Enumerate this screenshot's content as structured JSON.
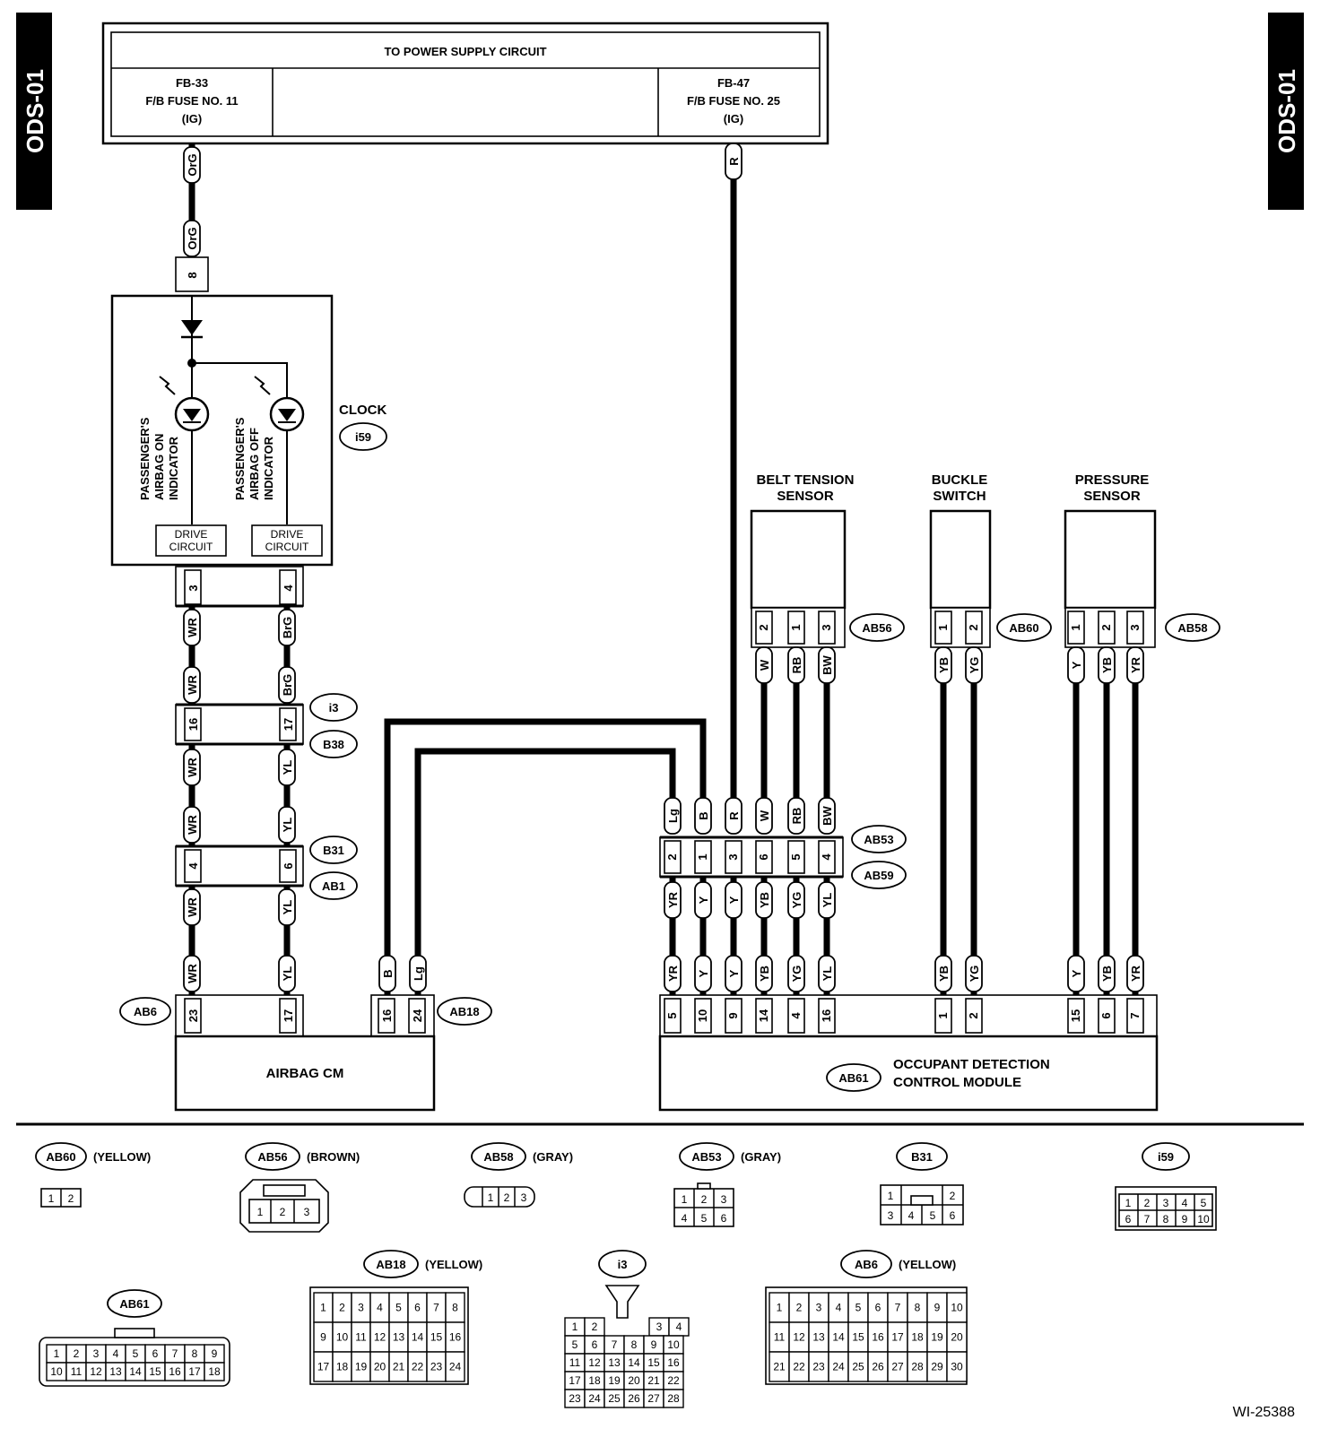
{
  "side_labels": {
    "left": "ODS-01",
    "right": "ODS-01"
  },
  "power_supply": {
    "title": "TO POWER SUPPLY CIRCUIT",
    "fuse_left": [
      "FB-33",
      "F/B FUSE NO. 11",
      "(IG)"
    ],
    "fuse_right": [
      "FB-47",
      "F/B FUSE NO. 25",
      "(IG)"
    ]
  },
  "clock": {
    "label": "CLOCK",
    "connector": "i59",
    "on_indicator": [
      "PASSENGER'S",
      "AIRBAG ON",
      "INDICATOR"
    ],
    "off_indicator": [
      "PASSENGER'S",
      "AIRBAG OFF",
      "INDICATOR"
    ],
    "drive": [
      "DRIVE",
      "CIRCUIT"
    ]
  },
  "sensors": {
    "belt": [
      "BELT TENSION",
      "SENSOR"
    ],
    "buckle": [
      "BUCKLE",
      "SWITCH"
    ],
    "pressure": [
      "PRESSURE",
      "SENSOR"
    ]
  },
  "modules": {
    "airbag_cm": "AIRBAG CM",
    "odcm": [
      "OCCUPANT DETECTION",
      "CONTROL MODULE"
    ]
  },
  "connectors": {
    "i3": "i3",
    "B38": "B38",
    "B31": "B31",
    "AB1": "AB1",
    "AB6": "AB6",
    "AB18": "AB18",
    "AB53": "AB53",
    "AB59": "AB59",
    "AB56": "AB56",
    "AB60": "AB60",
    "AB58": "AB58",
    "AB61": "AB61"
  },
  "wire_colors": {
    "OrG": "OrG",
    "R": "R",
    "WR": "WR",
    "BrG": "BrG",
    "YL": "YL",
    "B": "B",
    "Lg": "Lg",
    "W": "W",
    "RB": "RB",
    "BW": "BW",
    "YR": "YR",
    "Y": "Y",
    "YB": "YB",
    "YG": "YG"
  },
  "pins": {
    "p1": "1",
    "p2": "2",
    "p3": "3",
    "p4": "4",
    "p5": "5",
    "p6": "6",
    "p7": "7",
    "p8": "8",
    "p9": "9",
    "p10": "10",
    "p14": "14",
    "p15": "15",
    "p16": "16",
    "p17": "17",
    "p23": "23",
    "p24": "24"
  },
  "legend": {
    "AB60": {
      "name": "AB60",
      "color": "(YELLOW)"
    },
    "AB56": {
      "name": "AB56",
      "color": "(BROWN)"
    },
    "AB58": {
      "name": "AB58",
      "color": "(GRAY)"
    },
    "AB53": {
      "name": "AB53",
      "color": "(GRAY)"
    },
    "B31": {
      "name": "B31"
    },
    "i59": {
      "name": "i59"
    },
    "AB18": {
      "name": "AB18",
      "color": "(YELLOW)"
    },
    "i3": {
      "name": "i3"
    },
    "AB6": {
      "name": "AB6",
      "color": "(YELLOW)"
    },
    "AB61": {
      "name": "AB61"
    }
  },
  "grids": {
    "ab60": [
      "1",
      "2"
    ],
    "ab56": [
      "1",
      "2",
      "3"
    ],
    "ab58": [
      "1",
      "2",
      "3"
    ],
    "ab53": [
      "1",
      "2",
      "3",
      "4",
      "5",
      "6"
    ],
    "b31": [
      "1",
      "2",
      "3",
      "4",
      "5",
      "6"
    ],
    "i59": [
      "1",
      "2",
      "3",
      "4",
      "5",
      "6",
      "7",
      "8",
      "9",
      "10"
    ],
    "ab61": [
      "1",
      "2",
      "3",
      "4",
      "5",
      "6",
      "7",
      "8",
      "9",
      "10",
      "11",
      "12",
      "13",
      "14",
      "15",
      "16",
      "17",
      "18"
    ],
    "ab18": [
      "1",
      "2",
      "3",
      "4",
      "5",
      "6",
      "7",
      "8",
      "9",
      "10",
      "11",
      "12",
      "13",
      "14",
      "15",
      "16",
      "17",
      "18",
      "19",
      "20",
      "21",
      "22",
      "23",
      "24"
    ],
    "i3_top": [
      "1",
      "2",
      "3",
      "4"
    ],
    "i3": [
      "5",
      "6",
      "7",
      "8",
      "9",
      "10",
      "11",
      "12",
      "13",
      "14",
      "15",
      "16",
      "17",
      "18",
      "19",
      "20",
      "21",
      "22",
      "23",
      "24",
      "25",
      "26",
      "27",
      "28"
    ],
    "ab6": [
      "1",
      "2",
      "3",
      "4",
      "5",
      "6",
      "7",
      "8",
      "9",
      "10",
      "11",
      "12",
      "13",
      "14",
      "15",
      "16",
      "17",
      "18",
      "19",
      "20",
      "21",
      "22",
      "23",
      "24",
      "25",
      "26",
      "27",
      "28",
      "29",
      "30"
    ]
  },
  "footer_code": "WI-25388"
}
